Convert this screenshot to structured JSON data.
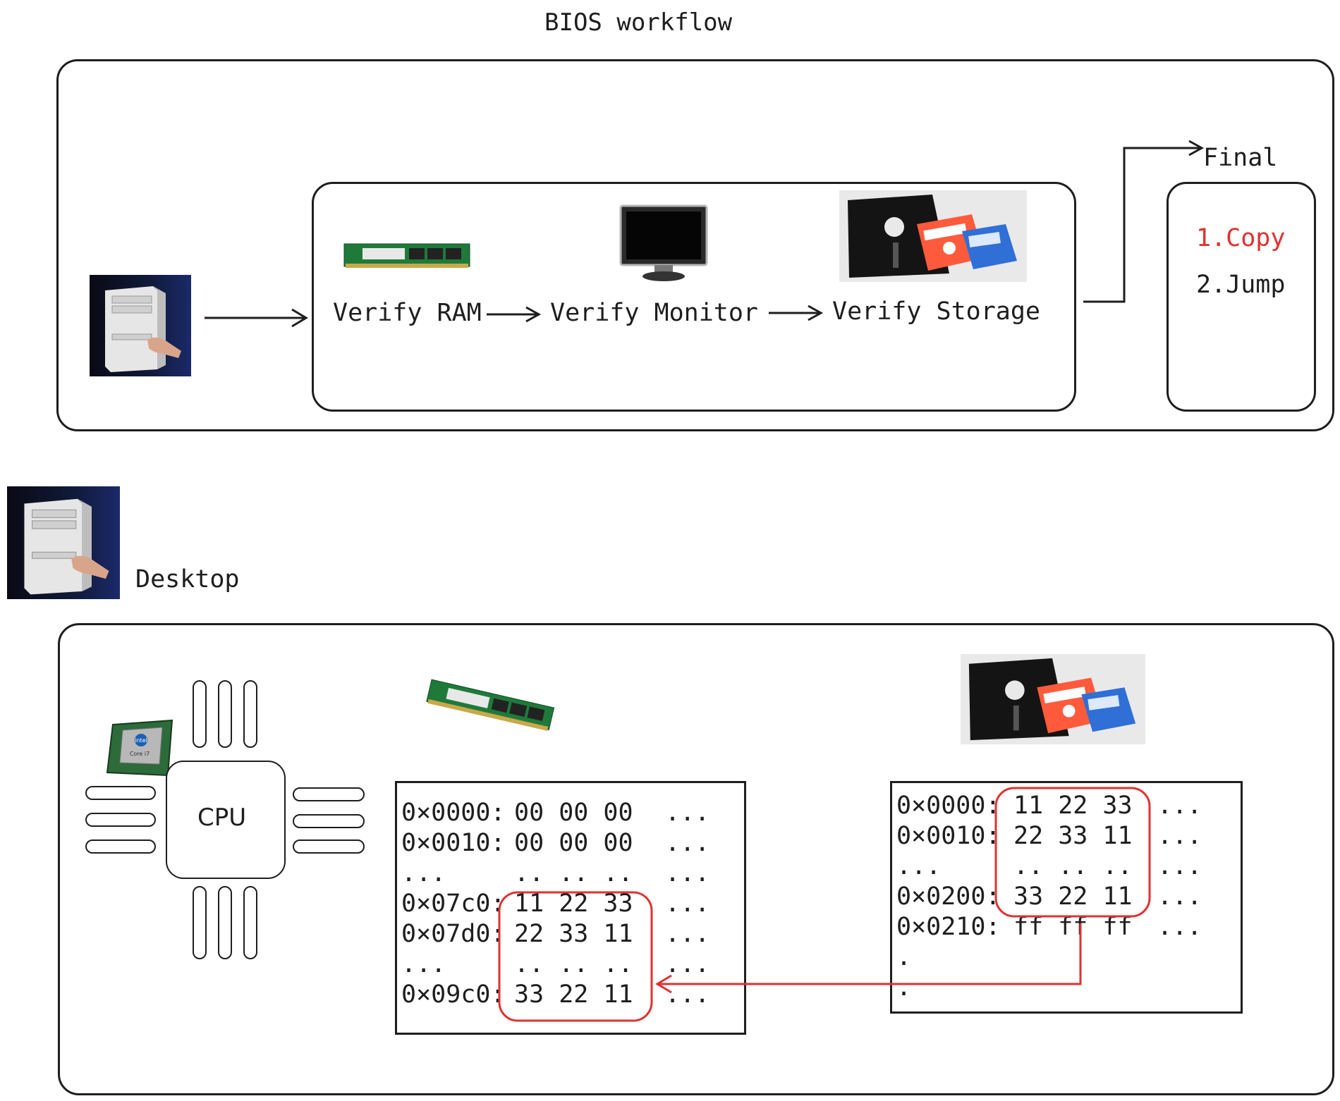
{
  "title": "BIOS workflow",
  "bios": {
    "steps": [
      "Verify RAM",
      "Verify Monitor",
      "Verify Storage"
    ],
    "final_label": "Final",
    "final_items": [
      "1.Copy",
      "2.Jump"
    ]
  },
  "desktop": {
    "label": "Desktop",
    "cpu_label": "CPU",
    "cpu_badge": "intel Core i7"
  },
  "ram_table": {
    "rows": [
      {
        "addr": "0×0000:",
        "bytes": "00 00 00",
        "more": "..."
      },
      {
        "addr": "0×0010:",
        "bytes": "00 00 00",
        "more": "..."
      },
      {
        "addr": "...",
        "bytes": ".. .. ..",
        "more": "..."
      },
      {
        "addr": "0×07c0:",
        "bytes": "11 22 33",
        "more": "..."
      },
      {
        "addr": "0×07d0:",
        "bytes": "22 33 11",
        "more": "..."
      },
      {
        "addr": "...",
        "bytes": ".. .. ..",
        "more": "..."
      },
      {
        "addr": "0×09c0:",
        "bytes": "33 22 11",
        "more": "..."
      }
    ]
  },
  "disk_table": {
    "rows": [
      {
        "addr": "0×0000:",
        "bytes": "11 22 33",
        "more": "..."
      },
      {
        "addr": "0×0010:",
        "bytes": "22 33 11",
        "more": "..."
      },
      {
        "addr": "...",
        "bytes": ".. .. ..",
        "more": "..."
      },
      {
        "addr": "0×0200:",
        "bytes": "33 22 11",
        "more": "..."
      },
      {
        "addr": "0×0210:",
        "bytes": "ff ff ff",
        "more": "..."
      },
      {
        "addr": ".",
        "bytes": "",
        "more": ""
      },
      {
        "addr": ".",
        "bytes": "",
        "more": ""
      }
    ]
  },
  "colors": {
    "ink": "#1e1e1e",
    "highlight": "#e03131"
  },
  "icons": [
    "desktop-tower-photo",
    "ram-stick-photo",
    "monitor-photo",
    "floppy-disks-photo",
    "cpu-chip-photo"
  ]
}
